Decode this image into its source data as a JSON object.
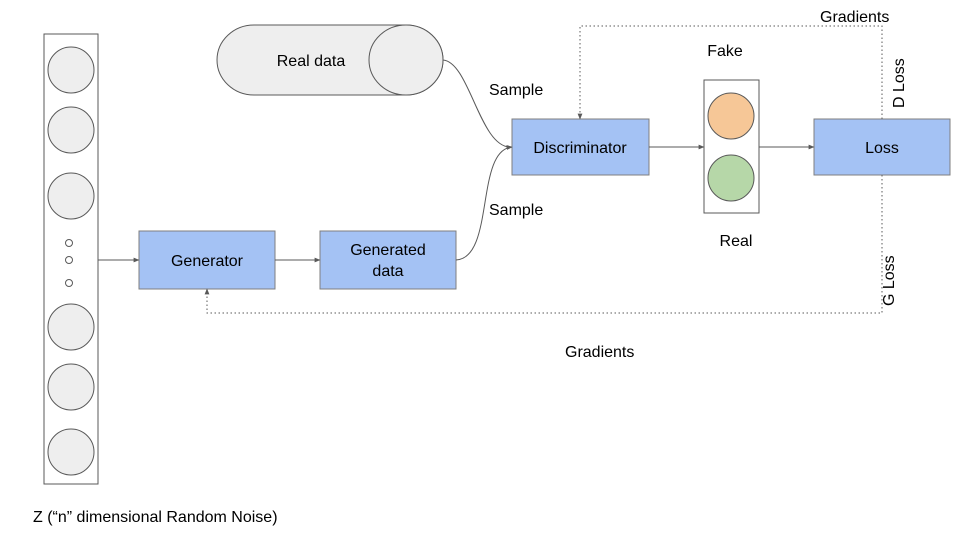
{
  "noise_vector": {
    "caption": "Z (“n” dimensional Random Noise)"
  },
  "real_data": {
    "label": "Real data"
  },
  "generator": {
    "label": "Generator"
  },
  "generated_data": {
    "label_line1": "Generated",
    "label_line2": "data"
  },
  "discriminator": {
    "label": "Discriminator"
  },
  "loss": {
    "label": "Loss"
  },
  "sample_labels": {
    "top": "Sample",
    "bottom": "Sample"
  },
  "classifier": {
    "fake_label": "Fake",
    "real_label": "Real",
    "fake_color": "#f6c797",
    "real_color": "#b6d7a8"
  },
  "feedback": {
    "gradients_top": "Gradients",
    "gradients_bottom": "Gradients",
    "d_loss": "D Loss",
    "g_loss": "G Loss"
  },
  "colors": {
    "box_fill": "#a4c2f4",
    "circle_fill": "#eeeeee"
  }
}
